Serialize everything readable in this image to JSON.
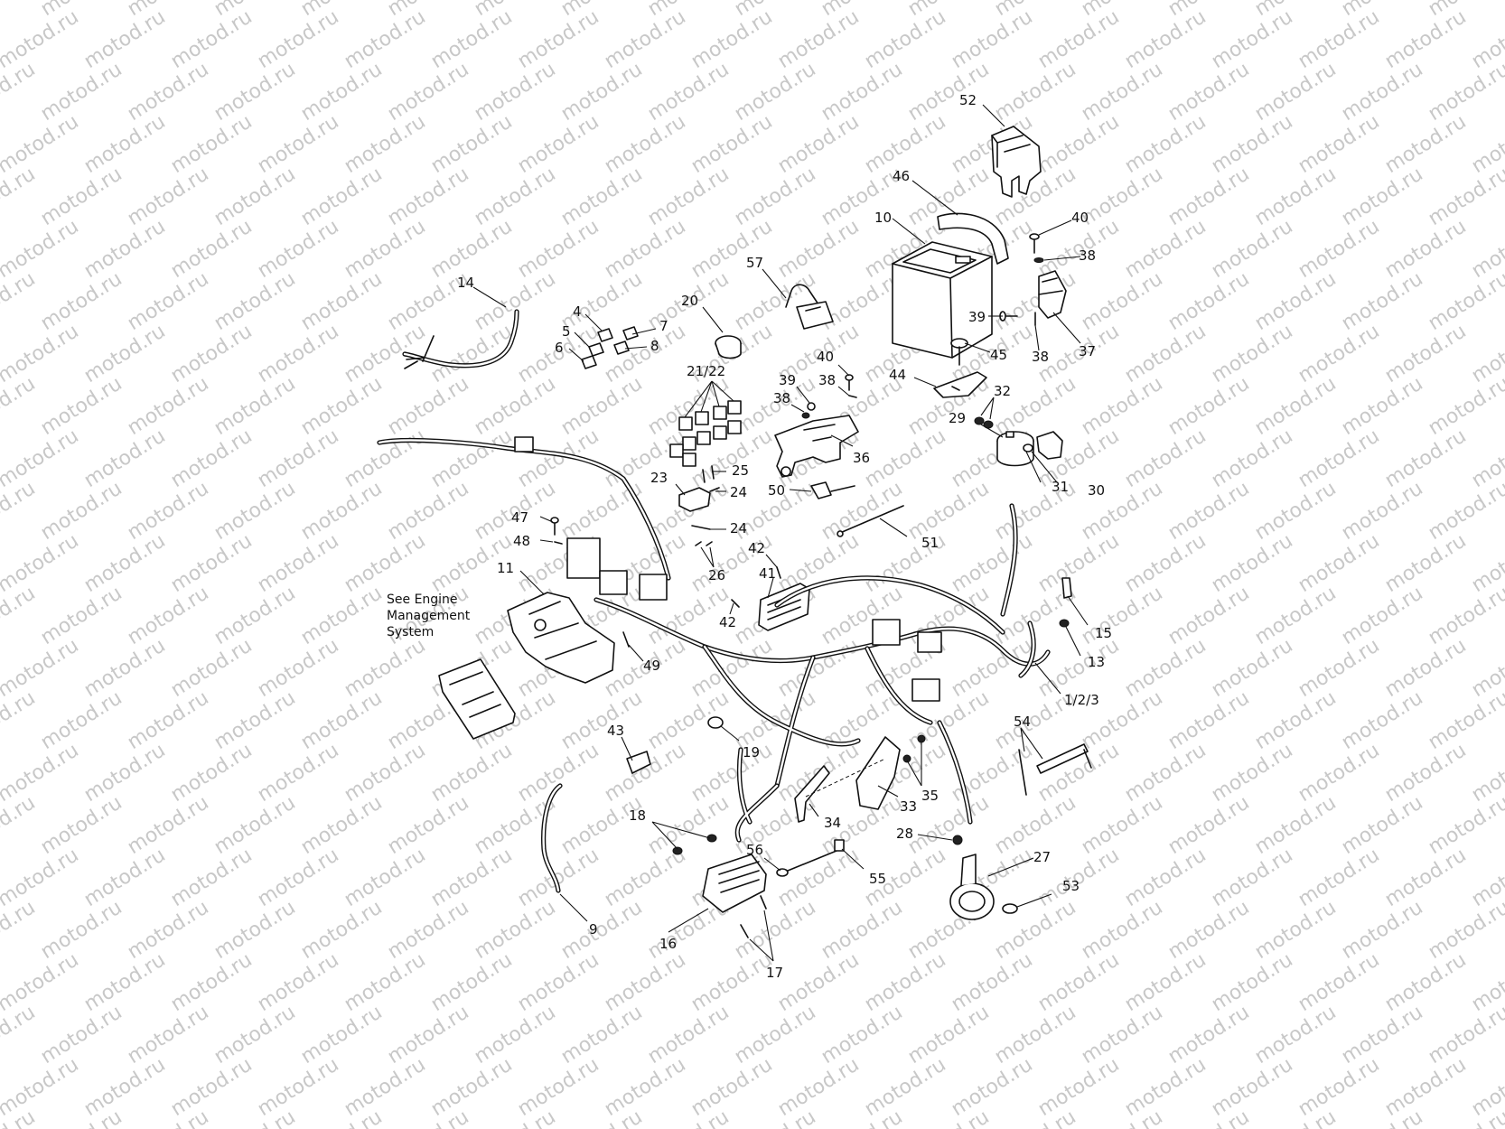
{
  "watermark": "motod.ru",
  "note": [
    "See Engine",
    "Management",
    "System"
  ],
  "labels": [
    {
      "id": "l52",
      "text": "52"
    },
    {
      "id": "l46",
      "text": "46"
    },
    {
      "id": "l40a",
      "text": "40"
    },
    {
      "id": "l10",
      "text": "10"
    },
    {
      "id": "l38a",
      "text": "38"
    },
    {
      "id": "l57",
      "text": "57"
    },
    {
      "id": "l14",
      "text": "14"
    },
    {
      "id": "l20",
      "text": "20"
    },
    {
      "id": "l4",
      "text": "4"
    },
    {
      "id": "l7",
      "text": "7"
    },
    {
      "id": "l5",
      "text": "5"
    },
    {
      "id": "l8",
      "text": "8"
    },
    {
      "id": "l6",
      "text": "6"
    },
    {
      "id": "l39a",
      "text": "39"
    },
    {
      "id": "l45",
      "text": "45"
    },
    {
      "id": "l37",
      "text": "37"
    },
    {
      "id": "l38b",
      "text": "38"
    },
    {
      "id": "l2122",
      "text": "21/22"
    },
    {
      "id": "l40b",
      "text": "40"
    },
    {
      "id": "l39b",
      "text": "39"
    },
    {
      "id": "l38c",
      "text": "38"
    },
    {
      "id": "l38d",
      "text": "38"
    },
    {
      "id": "l44",
      "text": "44"
    },
    {
      "id": "l32",
      "text": "32"
    },
    {
      "id": "l29",
      "text": "29"
    },
    {
      "id": "l36",
      "text": "36"
    },
    {
      "id": "l25",
      "text": "25"
    },
    {
      "id": "l23",
      "text": "23"
    },
    {
      "id": "l24a",
      "text": "24"
    },
    {
      "id": "l50",
      "text": "50"
    },
    {
      "id": "l31",
      "text": "31"
    },
    {
      "id": "l30",
      "text": "30"
    },
    {
      "id": "l47",
      "text": "47"
    },
    {
      "id": "l24b",
      "text": "24"
    },
    {
      "id": "l51",
      "text": "51"
    },
    {
      "id": "l48",
      "text": "48"
    },
    {
      "id": "l42a",
      "text": "42"
    },
    {
      "id": "l11",
      "text": "11"
    },
    {
      "id": "l26",
      "text": "26"
    },
    {
      "id": "l41",
      "text": "41"
    },
    {
      "id": "l42b",
      "text": "42"
    },
    {
      "id": "l15",
      "text": "15"
    },
    {
      "id": "l13",
      "text": "13"
    },
    {
      "id": "l49",
      "text": "49"
    },
    {
      "id": "l123",
      "text": "1/2/3"
    },
    {
      "id": "l54",
      "text": "54"
    },
    {
      "id": "l43",
      "text": "43"
    },
    {
      "id": "l19",
      "text": "19"
    },
    {
      "id": "l35",
      "text": "35"
    },
    {
      "id": "l33",
      "text": "33"
    },
    {
      "id": "l34",
      "text": "34"
    },
    {
      "id": "l18",
      "text": "18"
    },
    {
      "id": "l28",
      "text": "28"
    },
    {
      "id": "l56",
      "text": "56"
    },
    {
      "id": "l27",
      "text": "27"
    },
    {
      "id": "l55",
      "text": "55"
    },
    {
      "id": "l53",
      "text": "53"
    },
    {
      "id": "l9",
      "text": "9"
    },
    {
      "id": "l16",
      "text": "16"
    },
    {
      "id": "l17",
      "text": "17"
    }
  ]
}
